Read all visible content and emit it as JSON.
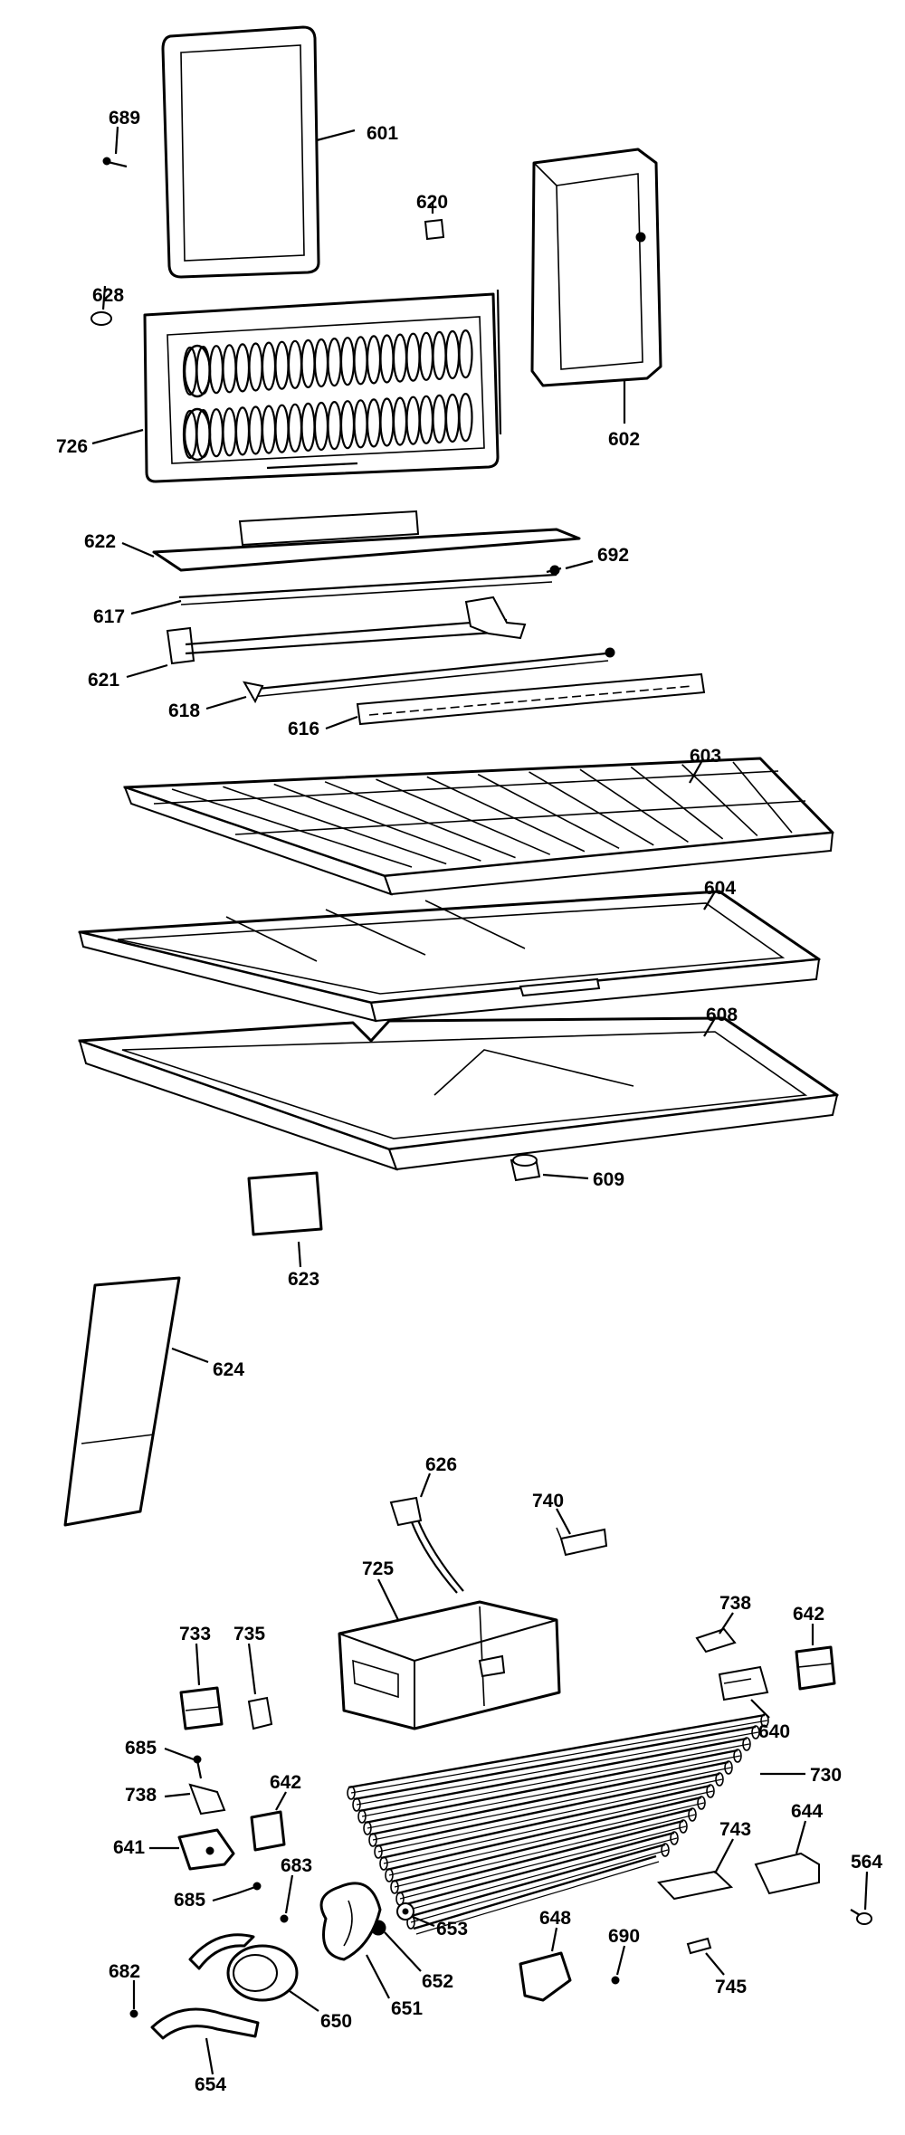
{
  "parts": [
    {
      "id": "p601",
      "label": "601"
    },
    {
      "id": "p689",
      "label": "689"
    },
    {
      "id": "p620",
      "label": "620"
    },
    {
      "id": "p602",
      "label": "602"
    },
    {
      "id": "p628",
      "label": "628"
    },
    {
      "id": "p726",
      "label": "726"
    },
    {
      "id": "p622",
      "label": "622"
    },
    {
      "id": "p692",
      "label": "692"
    },
    {
      "id": "p617",
      "label": "617"
    },
    {
      "id": "p621",
      "label": "621"
    },
    {
      "id": "p618",
      "label": "618"
    },
    {
      "id": "p616",
      "label": "616"
    },
    {
      "id": "p603",
      "label": "603"
    },
    {
      "id": "p604",
      "label": "604"
    },
    {
      "id": "p608",
      "label": "608"
    },
    {
      "id": "p609",
      "label": "609"
    },
    {
      "id": "p623",
      "label": "623"
    },
    {
      "id": "p624",
      "label": "624"
    },
    {
      "id": "p626",
      "label": "626"
    },
    {
      "id": "p740",
      "label": "740"
    },
    {
      "id": "p725",
      "label": "725"
    },
    {
      "id": "p738a",
      "label": "738"
    },
    {
      "id": "p642a",
      "label": "642"
    },
    {
      "id": "p733",
      "label": "733"
    },
    {
      "id": "p735",
      "label": "735"
    },
    {
      "id": "p640",
      "label": "640"
    },
    {
      "id": "p685a",
      "label": "685"
    },
    {
      "id": "p730",
      "label": "730"
    },
    {
      "id": "p738b",
      "label": "738"
    },
    {
      "id": "p642b",
      "label": "642"
    },
    {
      "id": "p641",
      "label": "641"
    },
    {
      "id": "p743",
      "label": "743"
    },
    {
      "id": "p644",
      "label": "644"
    },
    {
      "id": "p564",
      "label": "564"
    },
    {
      "id": "p683",
      "label": "683"
    },
    {
      "id": "p685b",
      "label": "685"
    },
    {
      "id": "p653",
      "label": "653"
    },
    {
      "id": "p648",
      "label": "648"
    },
    {
      "id": "p690",
      "label": "690"
    },
    {
      "id": "p682",
      "label": "682"
    },
    {
      "id": "p652",
      "label": "652"
    },
    {
      "id": "p745",
      "label": "745"
    },
    {
      "id": "p650",
      "label": "650"
    },
    {
      "id": "p651",
      "label": "651"
    },
    {
      "id": "p654",
      "label": "654"
    }
  ]
}
